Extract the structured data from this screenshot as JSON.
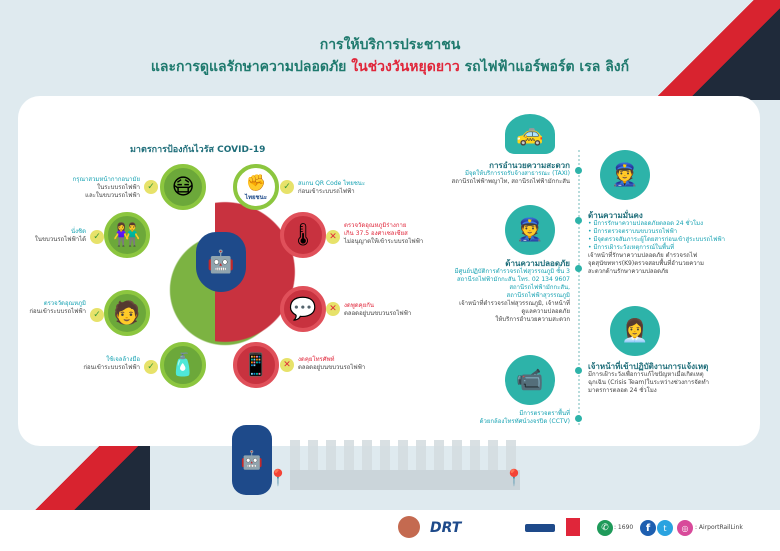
{
  "title": {
    "line1": "การให้บริการประชาชน",
    "line2_a": "และการดูแลรักษาความปลอดภัย ",
    "line2_highlight": "ในช่วงวันหยุดยาว",
    "line2_b": " รถไฟฟ้าแอร์พอร์ต เรล ลิงก์"
  },
  "covid": {
    "heading": "มาตรการป้องกันไวรัส COVID-19",
    "items": [
      {
        "l1": "กรุณาสวมหน้ากากอนามัย",
        "l2": "ในระบบรถไฟฟ้า",
        "l3": "และในขบวนรถไฟฟ้า",
        "status": "allowed"
      },
      {
        "l1": "สแกน QR Code ไทยชนะ",
        "l2": "ก่อนเข้าระบบรถไฟฟ้า",
        "status": "allowed"
      },
      {
        "l1": "นั่งชิด",
        "l2": "ในขบวนรถไฟฟ้าได้",
        "status": "allowed"
      },
      {
        "l1": "ตรวจวัดอุณหภูมิร่างกาย",
        "l2": "เกิน 37.5 องศาเซลเซียส",
        "l3": "ไม่อนุญาตให้เข้าระบบรถไฟฟ้า",
        "status": "denied"
      },
      {
        "l1": "ตรวจวัดอุณหภูมิ",
        "l2": "ก่อนเข้าระบบรถไฟฟ้า",
        "status": "allowed"
      },
      {
        "l1": "งดพูดคุยกัน",
        "l2": "ตลอดอยู่บนขบวนรถไฟฟ้า",
        "status": "denied"
      },
      {
        "l1": "ใช้เจลล้างมือ",
        "l2": "ก่อนเข้าระบบรถไฟฟ้า",
        "status": "allowed"
      },
      {
        "l1": "งดคุยโทรศัพท์",
        "l2": "ตลอดอยู่บนขบวนรถไฟฟ้า",
        "status": "denied"
      }
    ],
    "thaichana_label": "ไทยชนะ",
    "check": "✓",
    "cross": "✕"
  },
  "services": {
    "convenience": {
      "title": "การอำนวยความสะดวก",
      "l1": "มีจุดให้บริการรถรับจ้างสาธารณะ (TAXI)",
      "l2": "สถานีรถไฟฟ้าพญาไท, สถานีรถไฟฟ้ามักกะสัน"
    },
    "security": {
      "title": "ด้านความมั่นคง",
      "bullets": [
        "มีการรักษาความปลอดภัยตลอด 24 ชั่วโมง",
        "มีการตรวจตราบนขบวนรถไฟฟ้า",
        "มีจุดตรวจสัมภาระผู้โดยสารก่อนเข้าสู่ระบบรถไฟฟ้า",
        "มีการเฝ้าระวังเหตุการณ์ในพื้นที่"
      ],
      "p1": "เจ้าหน้าที่รักษาความปลอดภัย ตำรวจรถไฟ",
      "p2": "จุดสุนัขทหาร(K9)ตรวจสอบพื้นที่อำนวยความ",
      "p3": "สะดวกด้านรักษาความปลอดภัย"
    },
    "safety": {
      "title": "ด้านความปลอดภัย",
      "l1": "มีศูนย์ปฏิบัติการตำรวจรถไฟสุวรรณภูมิ ชั้น 3",
      "l2": "สถานีรถไฟฟ้ามักกะสัน โทร. 02 134 9607",
      "l3": "สถานีรถไฟฟ้ามักกะสัน,",
      "l4": "สถานีรถไฟฟ้าสุวรรณภูมิ",
      "l5": "เจ้าหน้าที่ตำรวจรถไฟสุวรรณภูมิ, เจ้าหน้าที่",
      "l6": "ดูแลความปลอดภัย",
      "l7": "ให้บริการอำนวยความสะดวก"
    },
    "crisis": {
      "title": "เจ้าหน้าที่เข้าปฏิบัติงานการแจ้งเหตุ",
      "l1": "มีการเฝ้าระวังเพื่อการแก้ไขปัญหาเมื่อเกิดเหตุ",
      "l2": "ฉุกเฉิน (Crisis Team)ในระหว่างช่วงการจัดทำ",
      "l3": "มาตรการตลอด 24 ชั่วโมง"
    },
    "cctv": {
      "l1": "มีการตรวจตราพื้นที่",
      "l2": "ด้วยกล้องโทรทัศน์วงจรปิด (CCTV)"
    }
  },
  "footer": {
    "drt": "DRT",
    "hotline": ": 1690",
    "social": ": AirportRailLink"
  },
  "colors": {
    "green": "#6ca83a",
    "red": "#c8323f",
    "teal": "#2db3a9",
    "title": "#1f7a6e",
    "highlight": "#e0263a"
  }
}
